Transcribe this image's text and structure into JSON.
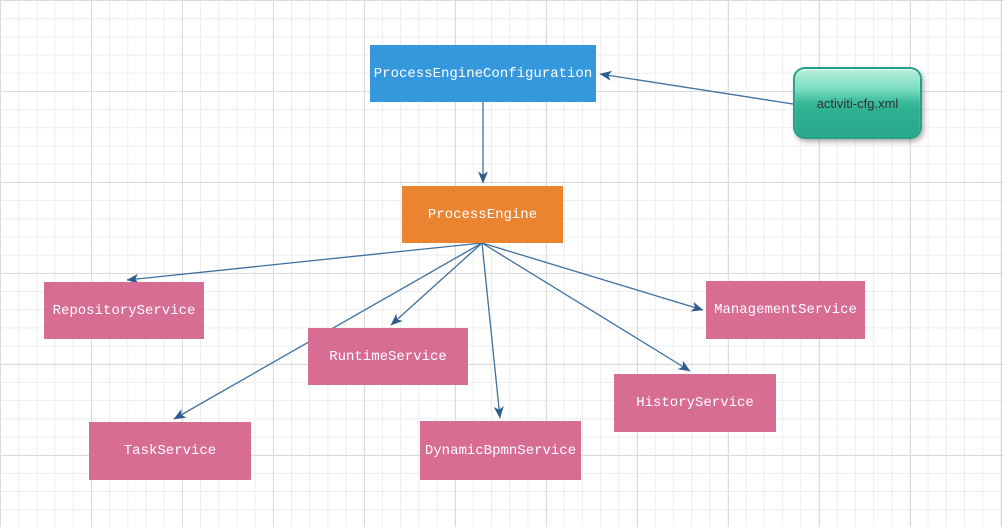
{
  "canvas": {
    "background": "#ffffff",
    "grid_minor_color": "#ecedef",
    "grid_major_color": "#d9dcdf"
  },
  "edge_style": {
    "line_color": "#3f6f9f",
    "arrow_color": "#2d5d8f"
  },
  "nodes": {
    "process_engine_configuration": {
      "label": "ProcessEngineConfiguration",
      "fill": "#3598dc",
      "text_color": "#ffffff",
      "shape": "rectangle"
    },
    "activiti_cfg_xml": {
      "label": "activiti-cfg.xml",
      "fill": "#2eb092",
      "text_color": "#2f3130",
      "shape": "rounded-glossy"
    },
    "process_engine": {
      "label": "ProcessEngine",
      "fill": "#ea8431",
      "text_color": "#ffffff",
      "shape": "rectangle"
    },
    "repository_service": {
      "label": "RepositoryService",
      "fill": "#d76d92",
      "text_color": "#ffffff",
      "shape": "rectangle"
    },
    "runtime_service": {
      "label": "RuntimeService",
      "fill": "#d76d92",
      "text_color": "#ffffff",
      "shape": "rectangle"
    },
    "task_service": {
      "label": "TaskService",
      "fill": "#d76d92",
      "text_color": "#ffffff",
      "shape": "rectangle"
    },
    "dynamic_bpmn_service": {
      "label": "DynamicBpmnService",
      "fill": "#d76d92",
      "text_color": "#ffffff",
      "shape": "rectangle"
    },
    "history_service": {
      "label": "HistoryService",
      "fill": "#d76d92",
      "text_color": "#ffffff",
      "shape": "rectangle"
    },
    "management_service": {
      "label": "ManagementService",
      "fill": "#d76d92",
      "text_color": "#ffffff",
      "shape": "rectangle"
    }
  },
  "edges": [
    {
      "from": "activiti_cfg_xml",
      "to": "process_engine_configuration"
    },
    {
      "from": "process_engine_configuration",
      "to": "process_engine"
    },
    {
      "from": "process_engine",
      "to": "repository_service"
    },
    {
      "from": "process_engine",
      "to": "runtime_service"
    },
    {
      "from": "process_engine",
      "to": "task_service"
    },
    {
      "from": "process_engine",
      "to": "dynamic_bpmn_service"
    },
    {
      "from": "process_engine",
      "to": "history_service"
    },
    {
      "from": "process_engine",
      "to": "management_service"
    }
  ]
}
